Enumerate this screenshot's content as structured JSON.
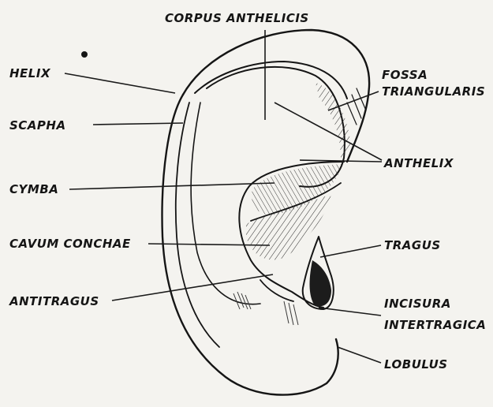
{
  "labels": {
    "corpus_anthelicis": "CORPUS ANTHELICIS",
    "helix": "HELIX",
    "scapha": "SCAPHA",
    "cymba": "CYMBA",
    "cavum_conchae": "CAVUM CONCHAE",
    "antitragus": "ANTITRAGUS",
    "fossa_triangularis_1": "FOSSA",
    "fossa_triangularis_2": "TRIANGULARIS",
    "anthelix": "ANTHELIX",
    "tragus": "TRAGUS",
    "incisura_1": "INCISURA",
    "incisura_2": "INTERTRAGICA",
    "lobulus": "LOBULUS"
  },
  "colors": {
    "paper": "#f4f3ef",
    "ink": "#151515"
  }
}
